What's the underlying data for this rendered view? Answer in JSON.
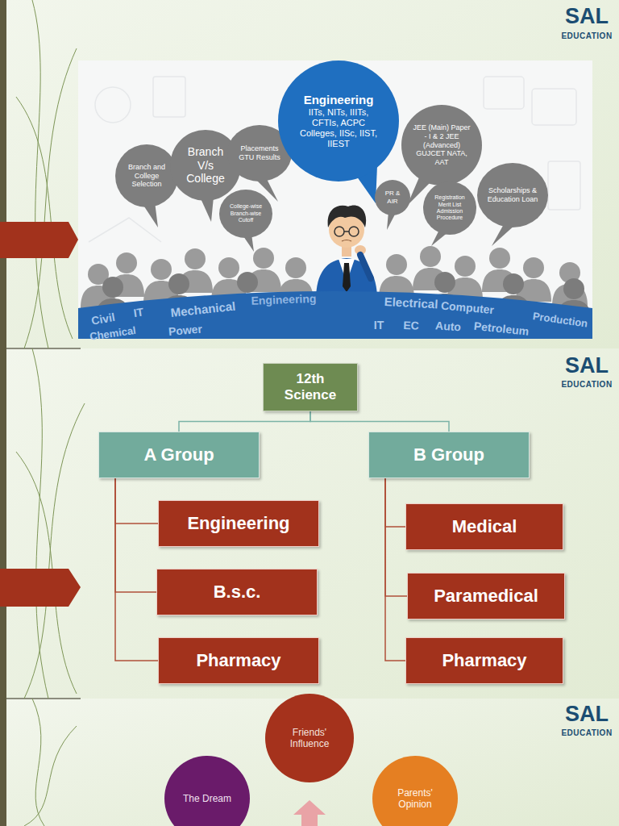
{
  "diagram": {
    "nodes": [
      {
        "text": [
          "Branch and College Selection"
        ]
      },
      {
        "text": [
          "Branch V/s College"
        ]
      },
      {
        "text": [
          "Placements GTU Results"
        ]
      },
      {
        "text": [
          "College-wise Branch-wise Cutoff"
        ]
      },
      {
        "text": [
          "Engineering",
          "IITs, NITs, IIITs, CFTIs, ACPC Colleges, IISc, IIST, IIEST"
        ]
      },
      {
        "text": [
          "PR & AIR"
        ]
      },
      {
        "text": [
          "JEE (Main) Paper - I & 2 JEE (Advanced) GUJCET NATA, AAT"
        ]
      },
      {
        "text": [
          "Registration Merit List Admission Procedure"
        ]
      },
      {
        "text": [
          "Scholarships & Education Loan"
        ]
      },
      {
        "text": [
          "12th Science"
        ]
      },
      {
        "text": [
          "A Group"
        ]
      },
      {
        "text": [
          "B Group"
        ]
      },
      {
        "text": [
          "Engineering"
        ]
      },
      {
        "text": [
          "B.s.c."
        ]
      },
      {
        "text": [
          "Pharmacy"
        ]
      },
      {
        "text": [
          "Medical"
        ]
      },
      {
        "text": [
          "Paramedical"
        ]
      },
      {
        "text": [
          "Pharmacy"
        ]
      },
      {
        "text": [
          "Friends' Influence"
        ]
      },
      {
        "text": [
          "The Dream"
        ]
      },
      {
        "text": [
          "Parents' Opinion"
        ]
      }
    ],
    "edges": [
      {
        "from": 9,
        "to": 10,
        "arrow": "none"
      },
      {
        "from": 9,
        "to": 11,
        "arrow": "none"
      },
      {
        "from": 10,
        "to": 12,
        "arrow": "none"
      },
      {
        "from": 10,
        "to": 13,
        "arrow": "none"
      },
      {
        "from": 10,
        "to": 14,
        "arrow": "none"
      },
      {
        "from": 11,
        "to": 15,
        "arrow": "none"
      },
      {
        "from": 11,
        "to": 16,
        "arrow": "none"
      },
      {
        "from": 11,
        "to": 17,
        "arrow": "none"
      }
    ],
    "labels": [
      "SAL",
      "EDUCATION",
      "SAL",
      "EDUCATION",
      "SAL",
      "EDUCATION",
      "Civil",
      "IT",
      "Mechanical",
      "Engineering",
      "Electrical",
      "Computer",
      "Production",
      "Chemical",
      "Power",
      "IT",
      "EC",
      "Auto",
      "Petroleum"
    ]
  }
}
